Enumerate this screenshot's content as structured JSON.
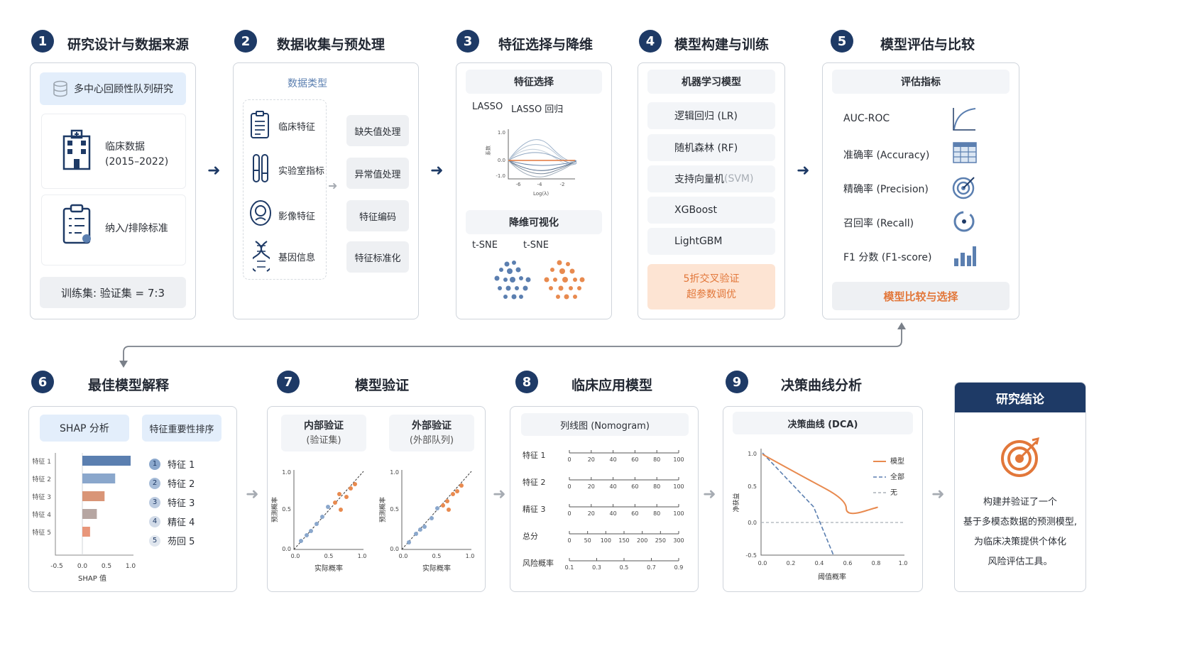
{
  "steps": [
    {
      "num": "1",
      "title": "研究设计与数据来源"
    },
    {
      "num": "2",
      "title": "数据收集与预处理"
    },
    {
      "num": "3",
      "title": "特征选择与降维"
    },
    {
      "num": "4",
      "title": "模型构建与训练"
    },
    {
      "num": "5",
      "title": "模型评估与比较"
    },
    {
      "num": "6",
      "title": "最佳模型解释"
    },
    {
      "num": "7",
      "title": "模型验证"
    },
    {
      "num": "8",
      "title": "临床应用模型"
    },
    {
      "num": "9",
      "title": "决策曲线分析"
    }
  ],
  "s1": {
    "cohort": "多中心回顾性队列研究",
    "clinical_data": "临床数据",
    "years": "(2015–2022)",
    "criteria": "纳入/排除标准",
    "split": "训练集: 验证集 = 7:3"
  },
  "s2": {
    "data_types": "数据类型",
    "types": [
      "临床特征",
      "实验室指标",
      "影像特征",
      "基因信息"
    ],
    "processing": [
      "缺失值处理",
      "异常值处理",
      "特征编码",
      "特征标准化"
    ]
  },
  "s3": {
    "feature_selection": "特征选择",
    "lasso_short": "LASSO",
    "lasso_label": "LASSO 回归",
    "lasso_yticks": [
      "1.0",
      "0.0",
      "-1.0"
    ],
    "lasso_xticks": [
      "-6",
      "-4",
      "-2"
    ],
    "lasso_xlabel": "Log(λ)",
    "lasso_ylabel": "系数",
    "dim_reduction": "降维可视化",
    "tsne_left": "t-SNE",
    "tsne_right": "t-SNE"
  },
  "s4": {
    "ml_models": "机器学习模型",
    "models": [
      "逻辑回归 (LR)",
      "随机森林 (RF)",
      "XGBoost",
      "LightGBM"
    ],
    "svm_main": "支持向量机 ",
    "svm_abbr": "(SVM)",
    "cv_line1": "5折交叉验证",
    "cv_line2": "超参数调优"
  },
  "s5": {
    "metrics_header": "评估指标",
    "metrics": [
      "AUC-ROC",
      "准确率 (Accuracy)",
      "精确率 (Precision)",
      "召回率 (Recall)",
      "F1 分数 (F1-score)"
    ],
    "compare": "模型比较与选择"
  },
  "s6": {
    "shap": "SHAP 分析",
    "importance": "特征重要性排序",
    "features": [
      "特征 1",
      "特征 2",
      "特征 3",
      "特征 4",
      "特征 5"
    ],
    "xticks": [
      "-0.5",
      "0.0",
      "0.5",
      "1.0"
    ],
    "xlabel": "SHAP 值",
    "rank_nums": [
      "1",
      "2",
      "3",
      "4",
      "5"
    ],
    "rank_labels": [
      "特征 1",
      "特征 2",
      "特征 3",
      "精征 4",
      "芴回 5"
    ]
  },
  "s7": {
    "internal_title": "内部验证",
    "internal_sub": "(验证集)",
    "external_title": "外部验证",
    "external_sub": "(外部队列)",
    "ylabel": "预测概率",
    "xlabel": "实际概率",
    "yticks": [
      "1.0",
      "0.5",
      "0.0"
    ],
    "xticks": [
      "0.0",
      "0.5",
      "1.0"
    ]
  },
  "s8": {
    "nomogram": "列线图 (Nomogram)",
    "rows": [
      {
        "label": "特征 1",
        "ticks": [
          "0",
          "20",
          "40",
          "60",
          "80",
          "100"
        ]
      },
      {
        "label": "特征 2",
        "ticks": [
          "0",
          "20",
          "40",
          "60",
          "80",
          "100"
        ]
      },
      {
        "label": "精征 3",
        "ticks": [
          "0",
          "20",
          "40",
          "60",
          "80",
          "100"
        ]
      },
      {
        "label": "总分",
        "ticks": [
          "0",
          "50",
          "100",
          "150",
          "200",
          "250",
          "300"
        ]
      },
      {
        "label": "风险概率",
        "ticks": [
          "0.1",
          "0.3",
          "0.5",
          "0.7",
          "0.9"
        ]
      }
    ]
  },
  "s9": {
    "dca": "决策曲线 (DCA)",
    "legend": [
      "模型",
      "全部",
      "无"
    ],
    "yticks": [
      "1.0",
      "0.5",
      "0.0",
      "-0.5"
    ],
    "xticks": [
      "0.0",
      "0.2",
      "0.4",
      "0.6",
      "0.8",
      "1.0"
    ],
    "ylabel": "净获益",
    "xlabel": "阈值概率"
  },
  "conclusion": {
    "title": "研究结论",
    "lines": [
      "构建并验证了一个",
      "基于多模态数据的预测模型,",
      "为临床决策提供个体化",
      "风险评估工具。"
    ]
  },
  "colors": {
    "navy": "#1e3a66",
    "orange": "#e2773a",
    "blue": "#5b7fb0"
  }
}
